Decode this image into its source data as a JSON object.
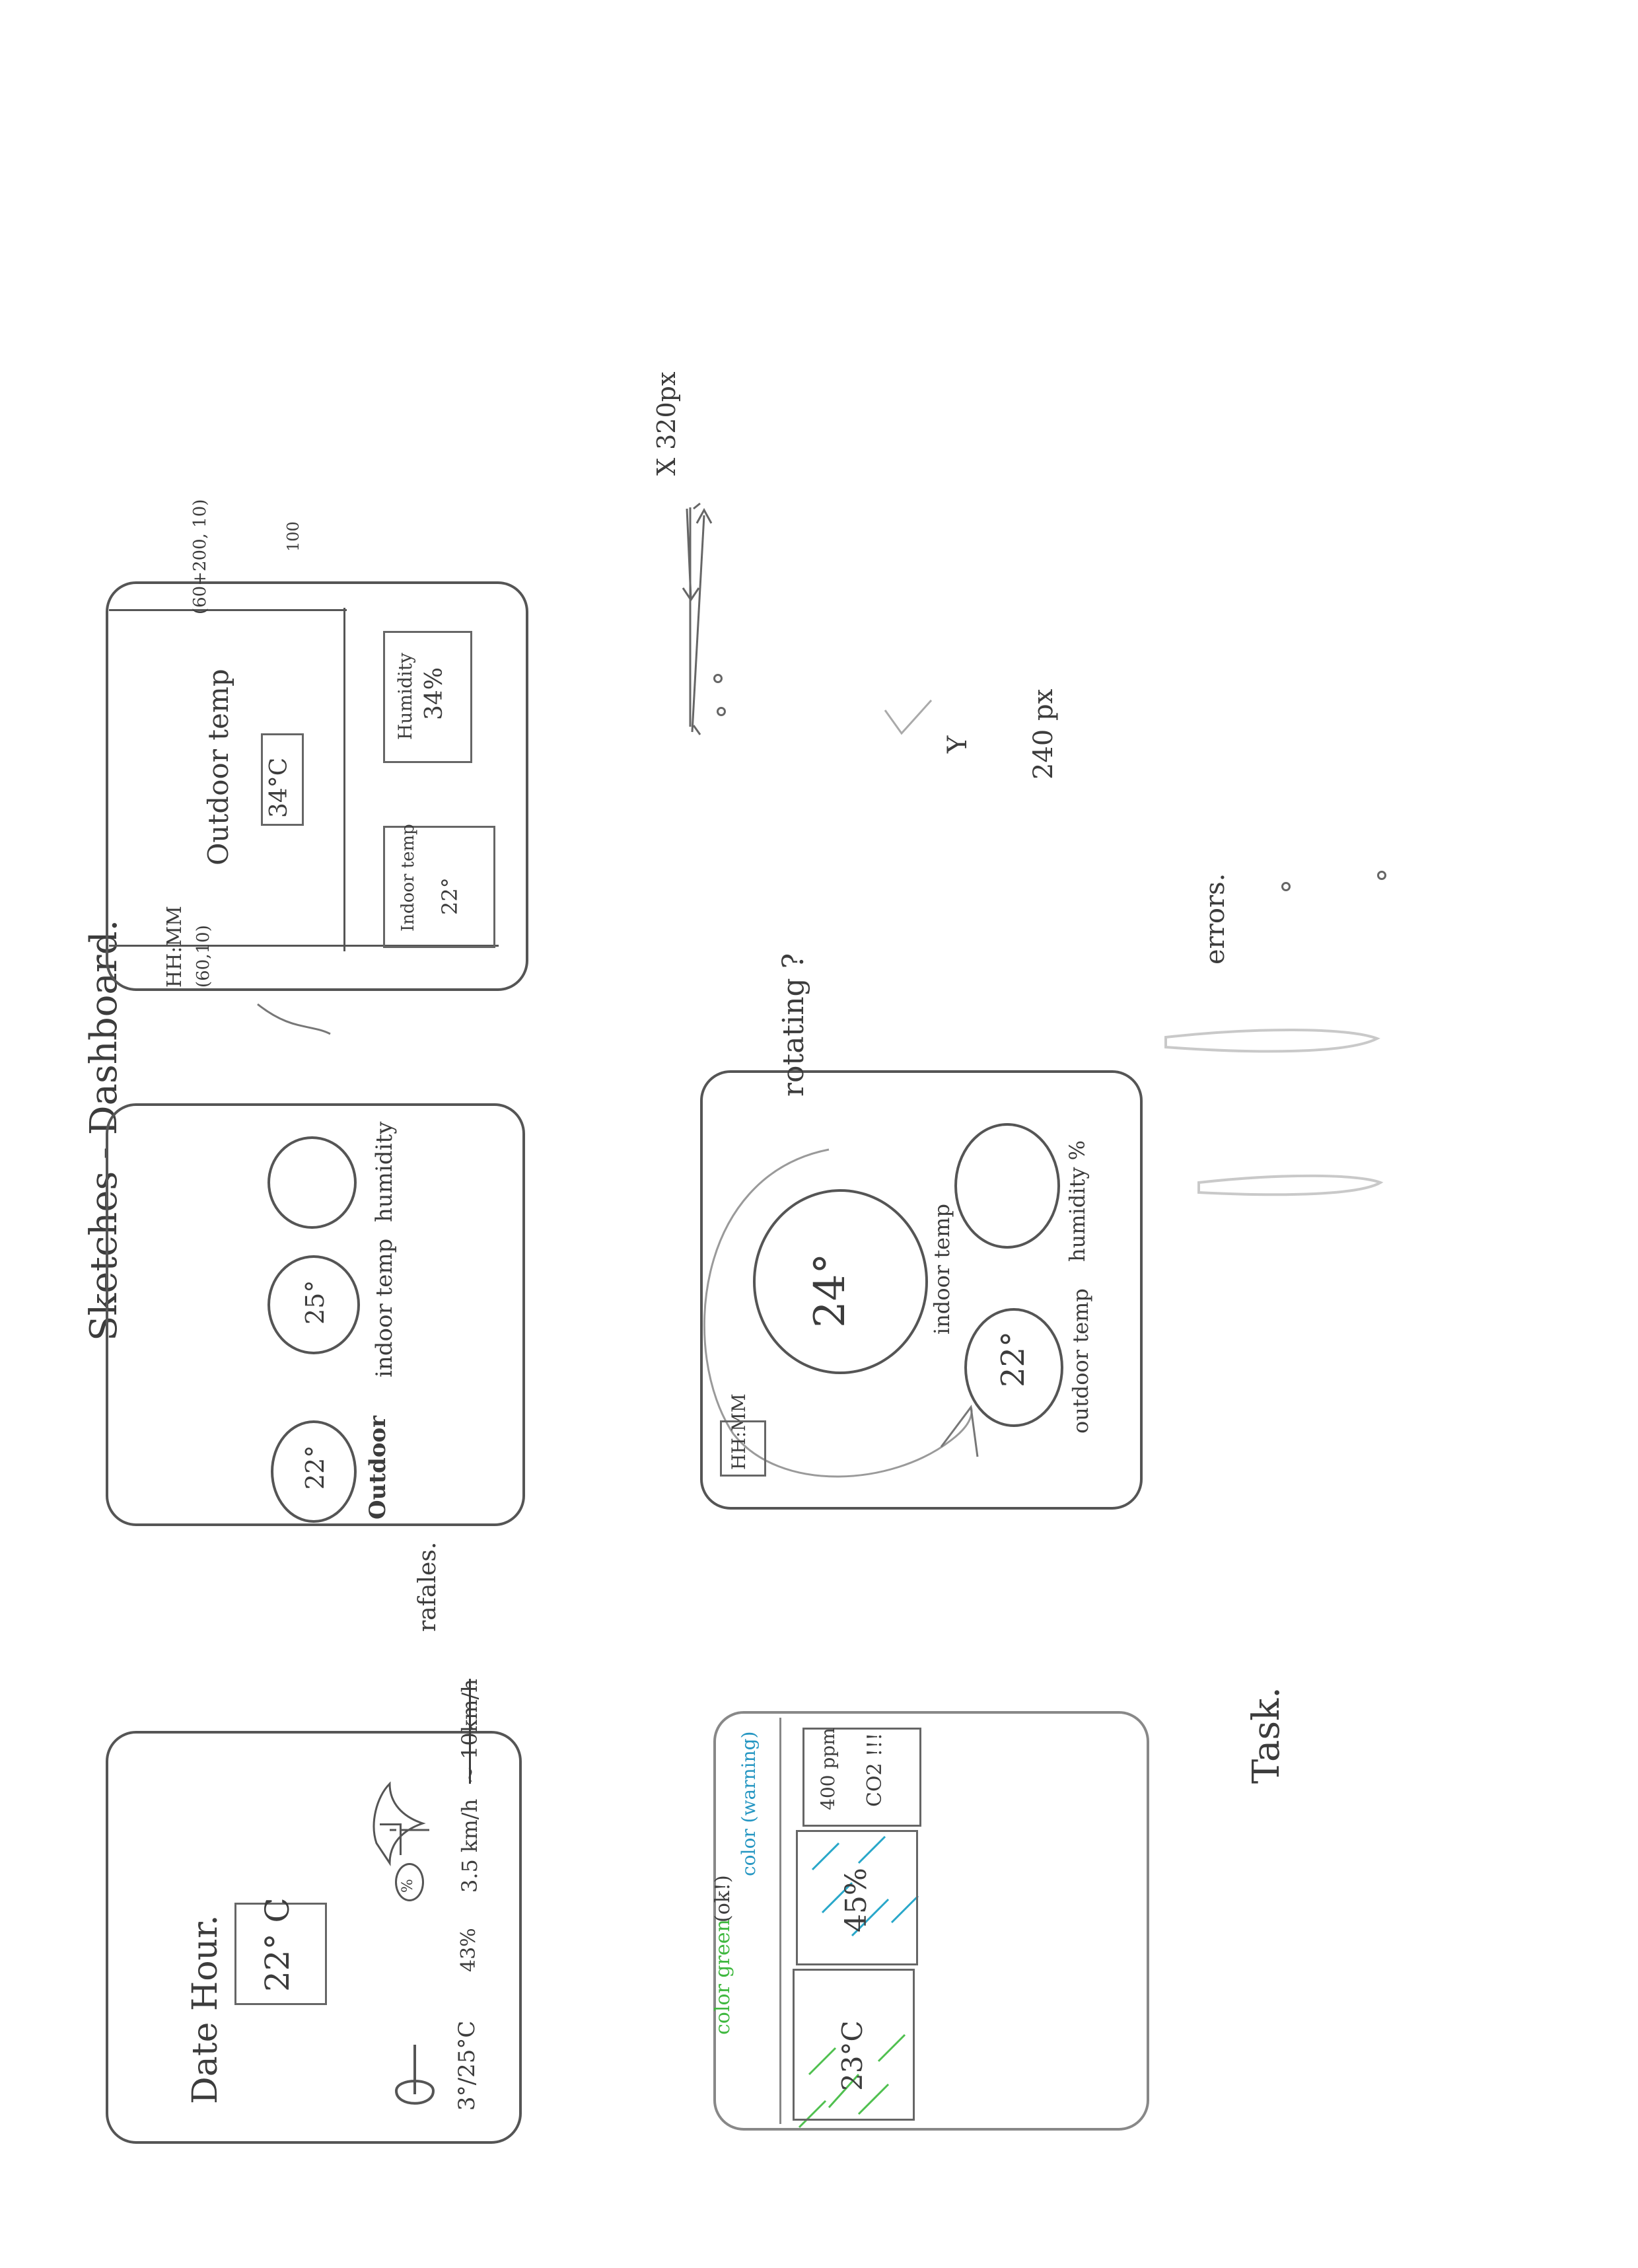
{
  "page": {
    "title": "Sketches - Dashboard.",
    "task_label": "Task."
  },
  "sketch1": {
    "header": "Date Hour.",
    "big_temp": "22° C",
    "thermo_reading": "3°/25°C",
    "humidity_pct": "43%",
    "drop_symbol": "%",
    "wind": "3.5 km/h",
    "wind_strike": "~ 10km/h",
    "rafales": "rafales."
  },
  "sketch2": {
    "outdoor_value": "22°",
    "outdoor_label": "Outdoor",
    "indoor_value": "25°",
    "indoor_label": "indoor temp",
    "humidity_label": "humidity"
  },
  "sketch3": {
    "clock": "HH:MM",
    "coord_start": "(60,10)",
    "title": "Outdoor temp",
    "value": "34°C",
    "coord_end": "(60+200, 10)",
    "height_note": "100",
    "indoor_label": "Indoor temp",
    "indoor_value": "22°",
    "humidity_label": "Humidity",
    "humidity_value": "34%",
    "width_note": "X 320px",
    "y_axis_label": "Y",
    "height_px": "240 px"
  },
  "sketch4": {
    "green_note": "color green",
    "ok_note": "(ok!)",
    "blue_note": "color (warning)",
    "temp_value": "23°C",
    "humidity_value": "45%",
    "co2_value": "400 ppm",
    "co2_label": "CO2 !!!"
  },
  "sketch5": {
    "clock": "HH:MM",
    "big_value": "24°",
    "big_label": "indoor temp",
    "small_value": "22°",
    "small_label": "outdoor temp",
    "humidity_label": "humidity %",
    "rotating_note": "rotating ?"
  },
  "errors_note": "errors."
}
